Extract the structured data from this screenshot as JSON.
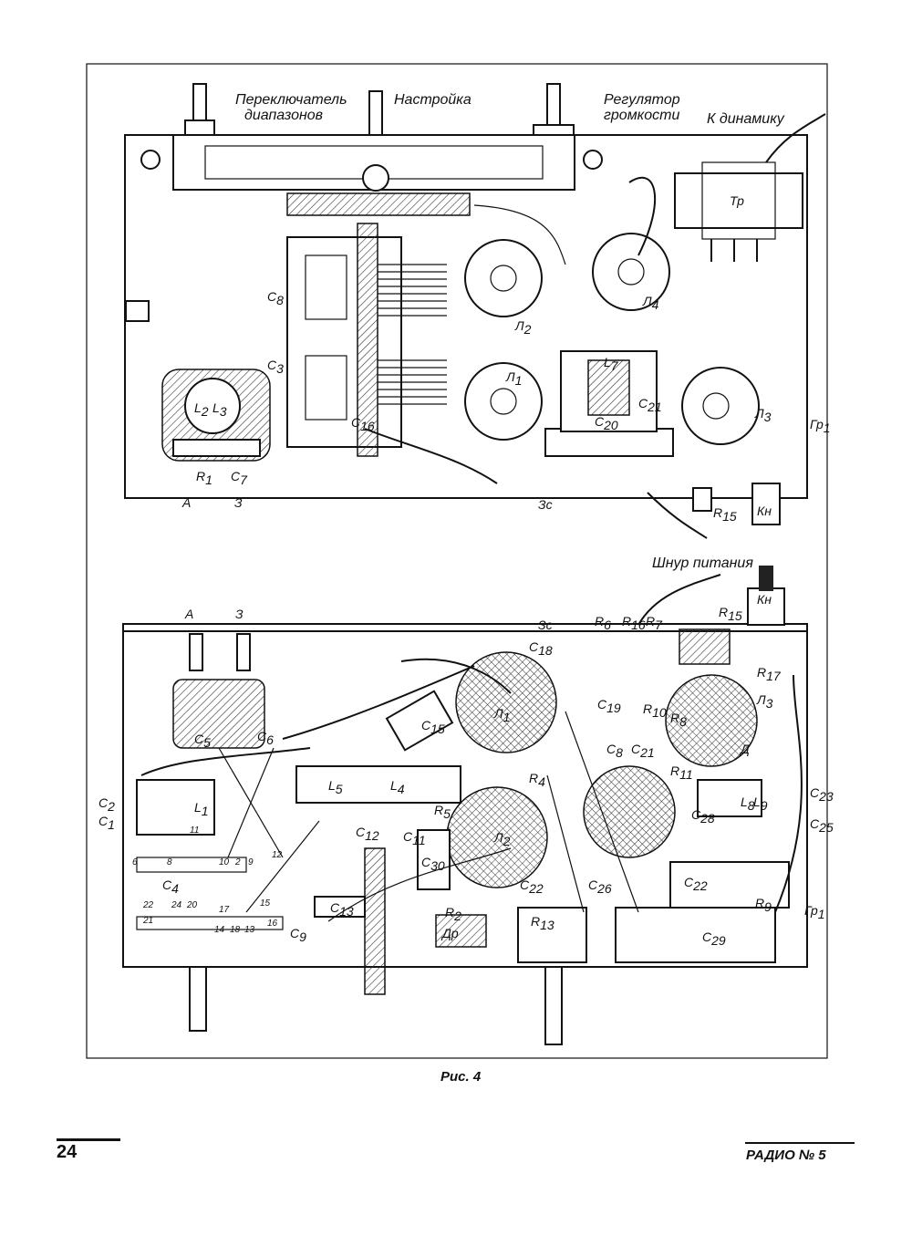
{
  "figure": {
    "top_view": {
      "captions": {
        "range_switch_1": "Переключатель",
        "range_switch_2": "диапазонов",
        "tuning": "Настройка",
        "volume_1": "Регулятор",
        "volume_2": "громкости",
        "to_speaker": "К динамику"
      },
      "labels": [
        {
          "m": "Тр",
          "s": ""
        },
        {
          "m": "C",
          "s": "8"
        },
        {
          "m": "Л",
          "s": "2"
        },
        {
          "m": "Л",
          "s": "4"
        },
        {
          "m": "C",
          "s": "3"
        },
        {
          "m": "L",
          "s": "7"
        },
        {
          "m": "Л",
          "s": "1"
        },
        {
          "m": "L",
          "s": "2"
        },
        {
          "m": "L",
          "s": "3"
        },
        {
          "m": "C",
          "s": "16"
        },
        {
          "m": "C",
          "s": "20"
        },
        {
          "m": "C",
          "s": "21"
        },
        {
          "m": "Л",
          "s": "3"
        },
        {
          "m": "Гр",
          "s": "1"
        },
        {
          "m": "R",
          "s": "1"
        },
        {
          "m": "C",
          "s": "7"
        },
        {
          "m": "A",
          "s": ""
        },
        {
          "m": "З",
          "s": ""
        },
        {
          "m": "Зс",
          "s": ""
        },
        {
          "m": "R",
          "s": "15"
        },
        {
          "m": "Кн",
          "s": ""
        }
      ]
    },
    "bottom_view": {
      "captions": {
        "power_cord": "Шнур питания"
      },
      "labels": [
        {
          "m": "A",
          "s": ""
        },
        {
          "m": "З",
          "s": ""
        },
        {
          "m": "Зс",
          "s": ""
        },
        {
          "m": "R",
          "s": "6"
        },
        {
          "m": "R",
          "s": "16"
        },
        {
          "m": "R",
          "s": "7"
        },
        {
          "m": "R",
          "s": "15"
        },
        {
          "m": "Кн",
          "s": ""
        },
        {
          "m": "C",
          "s": "18"
        },
        {
          "m": "R",
          "s": "17"
        },
        {
          "m": "Л",
          "s": "3"
        },
        {
          "m": "Л",
          "s": "1"
        },
        {
          "m": "C",
          "s": "15"
        },
        {
          "m": "C",
          "s": "5"
        },
        {
          "m": "C",
          "s": "6"
        },
        {
          "m": "C",
          "s": "19"
        },
        {
          "m": "R",
          "s": "10"
        },
        {
          "m": "R",
          "s": "8"
        },
        {
          "m": "C",
          "s": "8"
        },
        {
          "m": "C",
          "s": "21"
        },
        {
          "m": "R",
          "s": "11"
        },
        {
          "m": "Д",
          "s": ""
        },
        {
          "m": "C",
          "s": "2"
        },
        {
          "m": "C",
          "s": "1"
        },
        {
          "m": "L",
          "s": "1"
        },
        {
          "m": "L",
          "s": "5"
        },
        {
          "m": "L",
          "s": "4"
        },
        {
          "m": "R",
          "s": "4"
        },
        {
          "m": "C",
          "s": "23"
        },
        {
          "m": "R",
          "s": "5"
        },
        {
          "m": "C",
          "s": "12"
        },
        {
          "m": "C",
          "s": "11"
        },
        {
          "m": "L",
          "s": "8"
        },
        {
          "m": "L",
          "s": "9"
        },
        {
          "m": "C",
          "s": "28"
        },
        {
          "m": "C",
          "s": "25"
        },
        {
          "m": "Л",
          "s": "2"
        },
        {
          "m": "C",
          "s": "30"
        },
        {
          "m": "C",
          "s": "4"
        },
        {
          "m": "C",
          "s": "22"
        },
        {
          "m": "C",
          "s": "26"
        },
        {
          "m": "C",
          "s": "22"
        },
        {
          "m": "R",
          "s": "2"
        },
        {
          "m": "C",
          "s": "13"
        },
        {
          "m": "Гр",
          "s": "1"
        },
        {
          "m": "Др",
          "s": ""
        },
        {
          "m": "R",
          "s": "13"
        },
        {
          "m": "C",
          "s": "9"
        },
        {
          "m": "C",
          "s": "29"
        },
        {
          "m": "R",
          "s": "9"
        }
      ],
      "terminal_numbers": [
        "11",
        "6",
        "8",
        "10",
        "2",
        "9",
        "12",
        "22",
        "24",
        "20",
        "17",
        "15",
        "21",
        "14",
        "18",
        "13",
        "16"
      ]
    },
    "caption": "Рис. 4"
  },
  "footer": {
    "page_number": "24",
    "journal": "РАДИО № 5"
  }
}
